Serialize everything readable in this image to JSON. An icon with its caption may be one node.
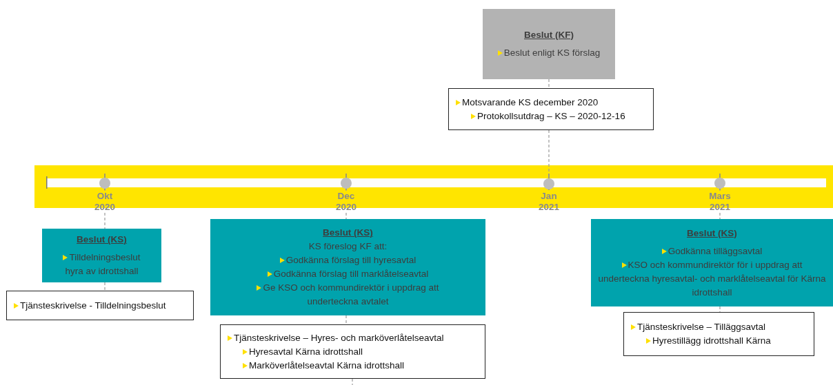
{
  "diagram": {
    "nodes": [
      {
        "text": [],
        "shape": "circle",
        "beside": [
          "Okt 2020"
        ]
      },
      {
        "text": [],
        "shape": "circle",
        "beside": [
          "Dec 2020"
        ]
      },
      {
        "text": [],
        "shape": "circle",
        "beside": [
          "Jan 2021"
        ]
      },
      {
        "text": [],
        "shape": "circle",
        "beside": [
          "Mars 2021"
        ]
      },
      {
        "text": [
          "Beslut (KF)",
          "Beslut enligt KS förslag"
        ]
      },
      {
        "text": [
          "Motsvarande KS december 2020",
          "Protokollsutdrag – KS – 2020-12-16"
        ]
      },
      {
        "text": [
          "Beslut (KS)",
          "Tilldelningsbeslut hyra av idrottshall"
        ]
      },
      {
        "text": [
          "Tjänsteskrivelse - Tilldelningsbeslut"
        ]
      },
      {
        "text": [
          "Beslut (KS)",
          "KS föreslog KF att:",
          "Godkänna förslag till hyresavtal",
          "Godkänna förslag till marklåtelseavtal",
          "Ge KSO och kommundirektör i uppdrag att underteckna avtalet"
        ]
      },
      {
        "text": [
          "Tjänsteskrivelse – Hyres- och marköverlåtelseavtal",
          "Hyresavtal Kärna idrottshall",
          "Marköverlåtelseavtal Kärna idrottshall"
        ]
      },
      {
        "text": [
          "Beslut (KS)",
          "Godkänna tilläggsavtal",
          "KSO och kommundirektör för i uppdrag att underteckna hyresavtal- och marklåtelseavtal för Kärna idrottshall"
        ]
      },
      {
        "text": [
          "Tjänsteskrivelse – Tilläggsavtal",
          "Hyrestillägg idrottshall Kärna"
        ]
      }
    ],
    "edges": [
      {
        "from": 4,
        "to": 5,
        "arrow": "none",
        "style": "dashed"
      },
      {
        "from": 5,
        "to": 2,
        "arrow": "none",
        "style": "dashed"
      },
      {
        "from": 0,
        "to": 6,
        "arrow": "none",
        "style": "dashed"
      },
      {
        "from": 6,
        "to": 7,
        "arrow": "none",
        "style": "dashed"
      },
      {
        "from": 1,
        "to": 8,
        "arrow": "none",
        "style": "dashed"
      },
      {
        "from": 8,
        "to": 9,
        "arrow": "none",
        "style": "dashed"
      },
      {
        "from": 9,
        "to": null,
        "arrow": "none",
        "style": "dashed"
      },
      {
        "from": 3,
        "to": 10,
        "arrow": "none",
        "style": "dashed"
      },
      {
        "from": 10,
        "to": 11,
        "arrow": "none",
        "style": "dashed"
      }
    ]
  }
}
